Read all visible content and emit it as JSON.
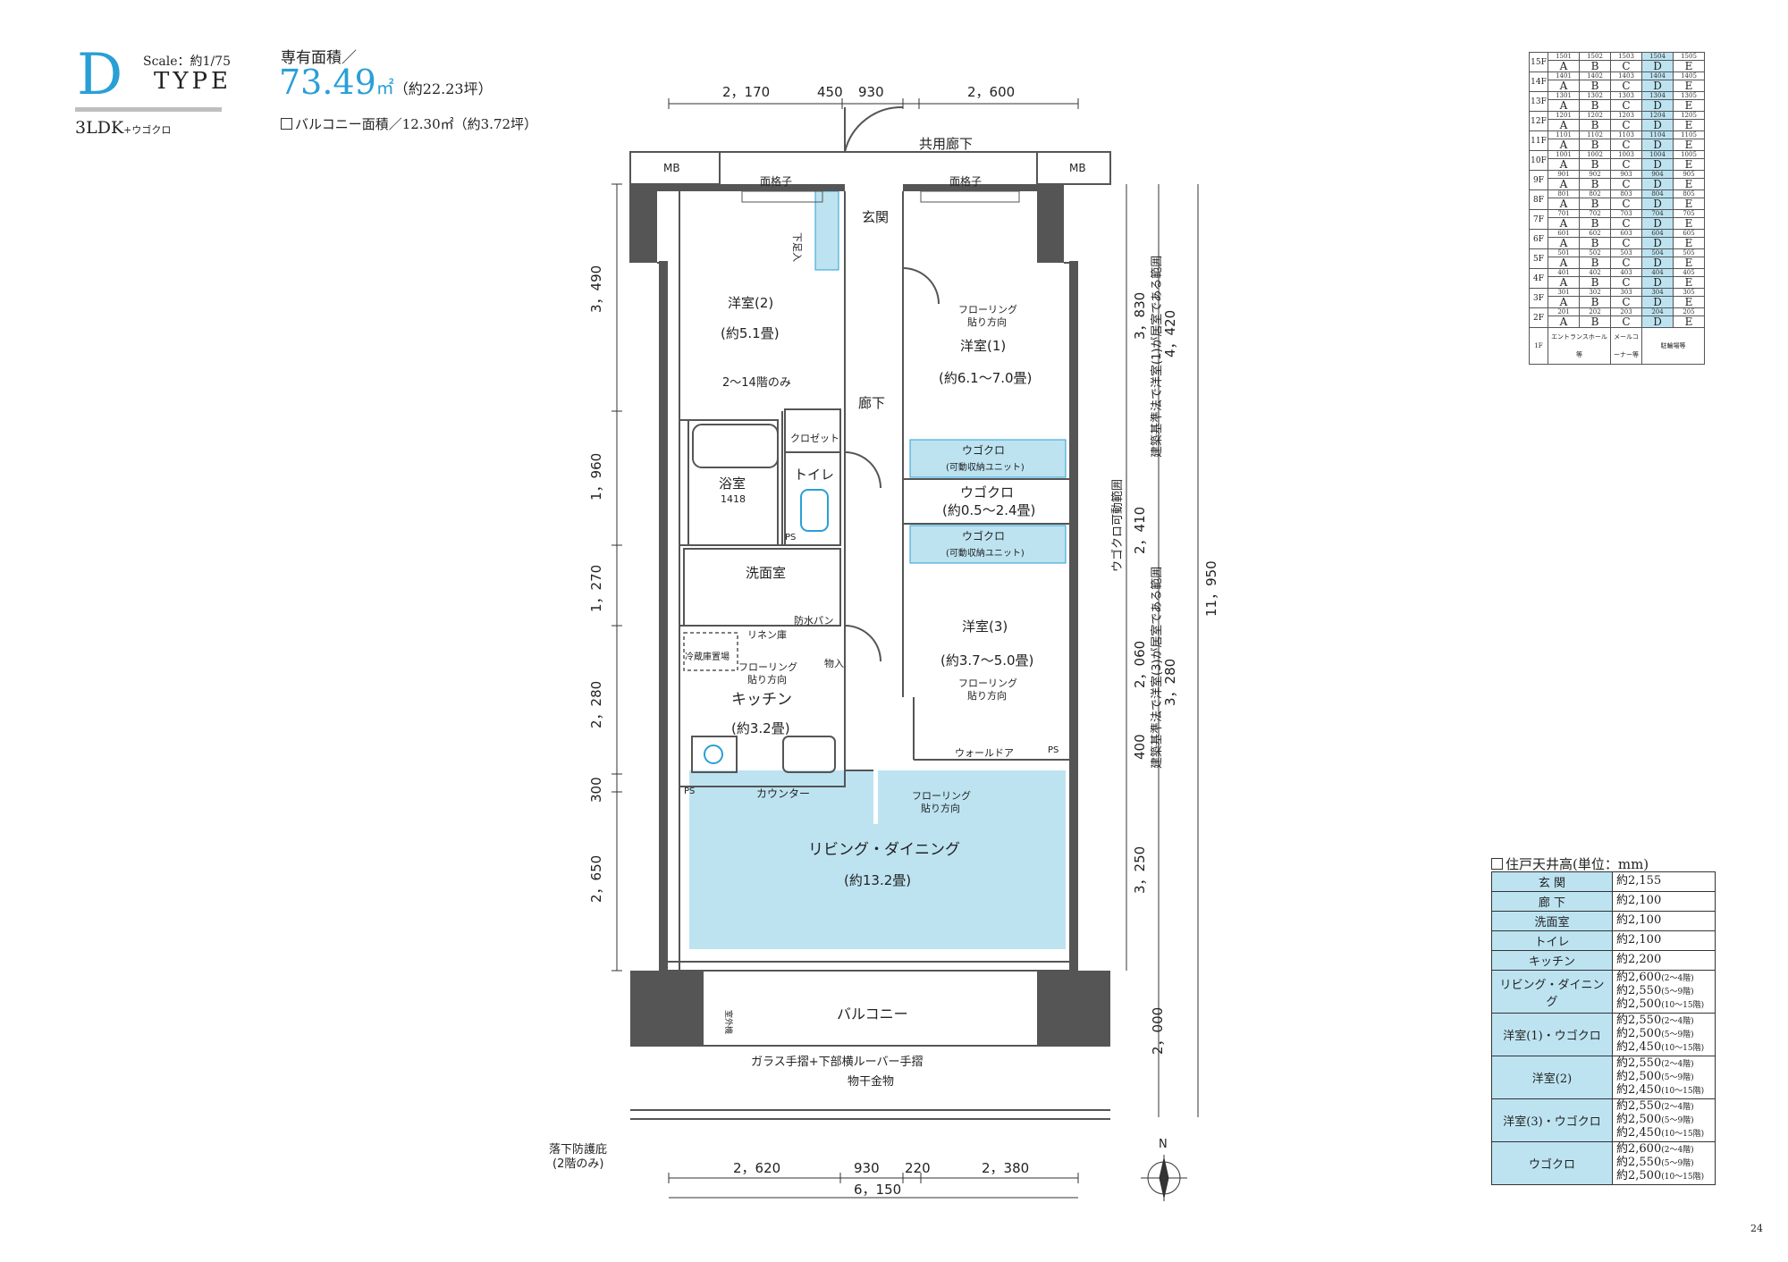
{
  "header": {
    "type_letter": "D",
    "scale": "Scale：約1/75",
    "type_word": "TYPE",
    "layout_main": "3LDK",
    "layout_sub": "+ウゴクロ",
    "area_label": "専有面積／",
    "area_value": "73.49",
    "area_unit": "㎡",
    "area_tsubo": "（約22.23坪）",
    "balcony": "バルコニー面積／12.30㎡（約3.72坪）"
  },
  "dimensions": {
    "top": [
      "2，170",
      "450",
      "930",
      "2，600"
    ],
    "bottom": [
      "2，620",
      "930",
      "220",
      "2，380"
    ],
    "bottom_total": "6，150",
    "left": [
      "3，490",
      "1，960",
      "1，270",
      "2，280",
      "300",
      "2，650"
    ],
    "right_a": [
      "3，830",
      "2，060",
      "400",
      "3，250",
      "2，000"
    ],
    "right_b": [
      "4，420",
      "2，410",
      "3，280"
    ],
    "right_total": "11，950"
  },
  "notes": {
    "ugokuro_range": "ウゴクロ可動範囲",
    "room1_law": "建築基準法で洋室(1)が居室である範囲",
    "room3_law": "建築基準法で洋室(3)が居室である範囲",
    "glass_rail": "ガラス手摺+下部横ルーバー手摺",
    "drying": "物干金物",
    "fall_guard": "落下防護庇",
    "fall_guard_2": "(2階のみ)",
    "floor_2_14": "2～14階のみ",
    "north": "N"
  },
  "rooms": {
    "corridor_common": "共用廊下",
    "mb": "MB",
    "grille": "面格子",
    "entrance": "玄関",
    "shoe": "下足入",
    "room2": "洋室(2)",
    "room2_size": "(約5.1畳)",
    "room1": "洋室(1)",
    "room1_size": "(約6.1～7.0畳)",
    "hall": "廊下",
    "closet": "クロゼット",
    "bath": "浴室",
    "bath_size": "1418",
    "toilet": "トイレ",
    "ugokuro": "ウゴクロ",
    "ugokuro_unit": "(可動収納ユニット)",
    "ugokuro_size": "(約0.5～2.4畳)",
    "washroom": "洗面室",
    "linen": "リネン庫",
    "pan": "防水パン",
    "fridge": "冷蔵庫置場",
    "storage": "物入",
    "kitchen": "キッチン",
    "kitchen_size": "(約3.2畳)",
    "room3": "洋室(3)",
    "room3_size": "(約3.7～5.0畳)",
    "walldoor": "ウォールドア",
    "counter": "カウンター",
    "ld": "リビング・ダイニング",
    "ld_size": "(約13.2畳)",
    "balcony": "バルコニー",
    "ps": "PS",
    "flooring_1": "フローリング",
    "flooring_2": "貼り方向",
    "outdoor": "室外機"
  },
  "floor_chart": {
    "floors": [
      "15F",
      "14F",
      "13F",
      "12F",
      "11F",
      "10F",
      "9F",
      "8F",
      "7F",
      "6F",
      "5F",
      "4F",
      "3F",
      "2F"
    ],
    "units": [
      "A",
      "B",
      "C",
      "D",
      "E"
    ],
    "first_floor": "1F",
    "first_cells": [
      "エントランスホール等",
      "メールコーナー等",
      "駐輪場等"
    ]
  },
  "ceiling": {
    "title": "住戸天井高(単位：mm)",
    "rows": [
      {
        "room": "玄 関",
        "values": [
          "約2,155"
        ],
        "notes": [
          ""
        ]
      },
      {
        "room": "廊 下",
        "values": [
          "約2,100"
        ],
        "notes": [
          ""
        ]
      },
      {
        "room": "洗面室",
        "values": [
          "約2,100"
        ],
        "notes": [
          ""
        ]
      },
      {
        "room": "トイレ",
        "values": [
          "約2,100"
        ],
        "notes": [
          ""
        ]
      },
      {
        "room": "キッチン",
        "values": [
          "約2,200"
        ],
        "notes": [
          ""
        ]
      },
      {
        "room": "リビング・ダイニング",
        "values": [
          "約2,600",
          "約2,550",
          "約2,500"
        ],
        "notes": [
          "(2～4階)",
          "(5～9階)",
          "(10～15階)"
        ]
      },
      {
        "room": "洋室(1)・ウゴクロ",
        "values": [
          "約2,550",
          "約2,500",
          "約2,450"
        ],
        "notes": [
          "(2～4階)",
          "(5～9階)",
          "(10～15階)"
        ]
      },
      {
        "room": "洋室(2)",
        "values": [
          "約2,550",
          "約2,500",
          "約2,450"
        ],
        "notes": [
          "(2～4階)",
          "(5～9階)",
          "(10～15階)"
        ]
      },
      {
        "room": "洋室(3)・ウゴクロ",
        "values": [
          "約2,550",
          "約2,500",
          "約2,450"
        ],
        "notes": [
          "(2～4階)",
          "(5～9階)",
          "(10～15階)"
        ]
      },
      {
        "room": "ウゴクロ",
        "values": [
          "約2,600",
          "約2,550",
          "約2,500"
        ],
        "notes": [
          "(2～4階)",
          "(5～9階)",
          "(10～15階)"
        ]
      }
    ]
  },
  "page_number": "24",
  "colors": {
    "accent": "#2a9fd6",
    "floor_fill": "#bde3f1",
    "wall": "#555555"
  }
}
